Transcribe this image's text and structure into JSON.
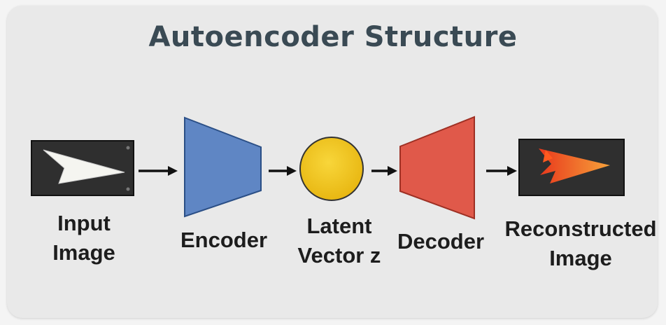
{
  "title": "Autoencoder Structure",
  "stages": [
    {
      "id": "input",
      "label": "Input\nImage",
      "color": "#2f2f2f"
    },
    {
      "id": "encoder",
      "label": "Encoder",
      "color": "#5f86c4"
    },
    {
      "id": "latent",
      "label": "Latent\nVector z",
      "color": "#f1c51a"
    },
    {
      "id": "decoder",
      "label": "Decoder",
      "color": "#e0594a"
    },
    {
      "id": "output",
      "label": "Reconstructed\nImage",
      "color": "#2f2f2f"
    }
  ],
  "colors": {
    "background": "#e9e9e9",
    "title": "#3a4a54",
    "arrow": "#111111",
    "input_glyph": "#f5f5f0",
    "output_glyph": "#f07a2a"
  }
}
